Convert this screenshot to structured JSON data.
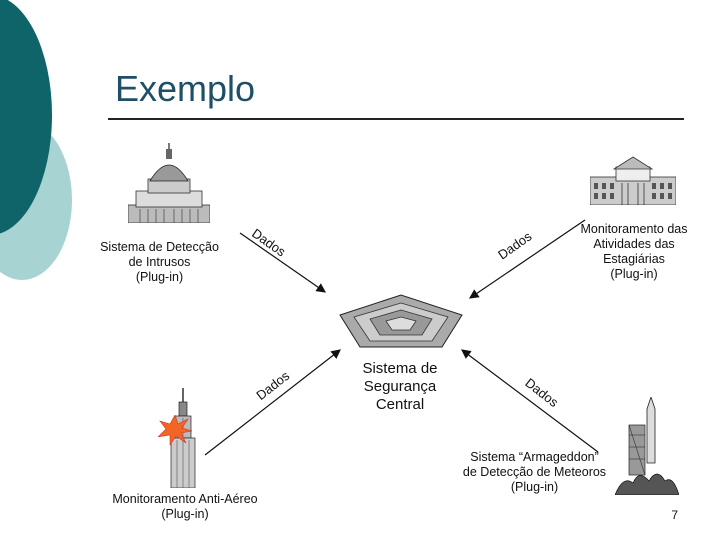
{
  "slide": {
    "title": "Exemplo",
    "page_number": "7"
  },
  "nodes": {
    "intrusion": {
      "label": "Sistema de Detecção\nde Intrusos\n(Plug-in)"
    },
    "interns": {
      "label": "Monitoramento das\nAtividades das\nEstagiárias\n(Plug-in)"
    },
    "antiair": {
      "label": "Monitoramento Anti-Aéreo\n(Plug-in)"
    },
    "meteor": {
      "label": "Sistema “Armageddon”\nde Detecção de Meteoros\n(Plug-in)"
    },
    "central": {
      "label": "Sistema de\nSegurança\nCentral"
    }
  },
  "edge_label": "Dados",
  "icons": [
    "capitol-icon",
    "white-house-icon",
    "pentagon-icon",
    "empire-state-icon",
    "rocket-icon",
    "explosion-icon"
  ],
  "colors": {
    "accent_dark": "#0e6468",
    "accent_light": "#a7d3d2",
    "title": "#1d4f66"
  }
}
